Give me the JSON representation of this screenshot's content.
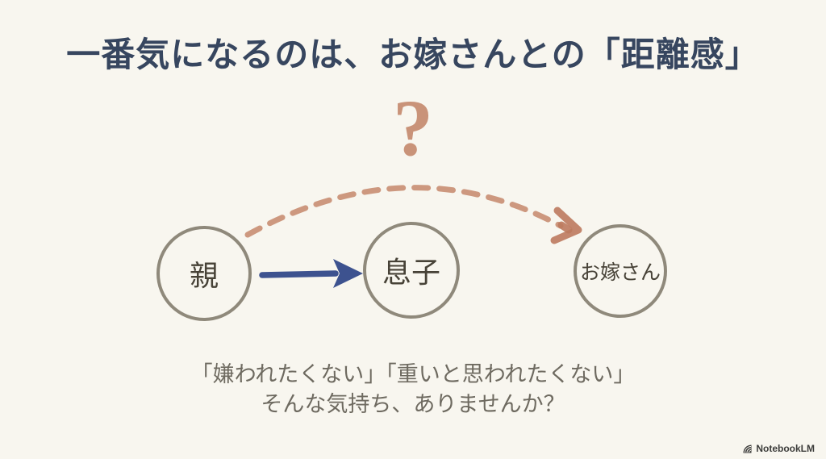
{
  "slide": {
    "title": "一番気になるのは、お嫁さんとの「距離感」",
    "question_mark": "?",
    "nodes": [
      {
        "id": "parent",
        "label": "親"
      },
      {
        "id": "son",
        "label": "息子"
      },
      {
        "id": "wife",
        "label": "お嫁さん"
      }
    ],
    "arrows": [
      {
        "from": "parent",
        "to": "son",
        "style": "solid",
        "color_role": "arrow_navy"
      },
      {
        "from": "parent",
        "to": "wife",
        "style": "dashed-arc",
        "color_role": "accent_salmon"
      }
    ],
    "footer_lines": [
      "「嫌われたくない」「重いと思われたくない」",
      "そんな気持ち、ありませんか？"
    ],
    "watermark": "NotebookLM",
    "colors": {
      "background": "#f8f6ef",
      "title": "#37465f",
      "accent_salmon": "#c68b70",
      "accent_salmon_deep": "#bd7a5e",
      "arrow_navy": "#3d528f",
      "circle_stroke": "#8f897b",
      "node_text": "#474237",
      "footer_text": "#6e6a60",
      "watermark": "#3c3c3a"
    }
  }
}
